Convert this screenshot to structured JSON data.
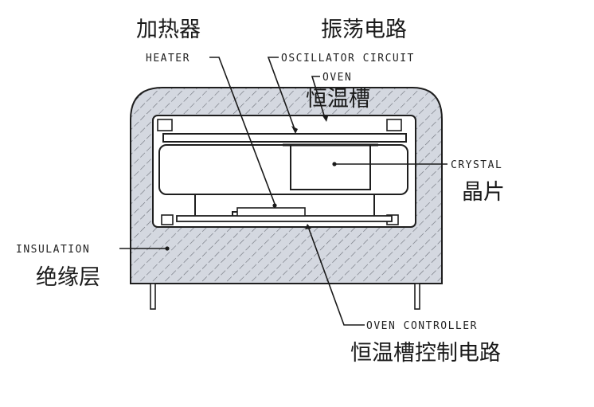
{
  "labels": {
    "heater_cn": "加热器",
    "heater_en": "HEATER",
    "osc_cn": "振荡电路",
    "osc_en": "OSCILLATOR CIRCUIT",
    "oven_en": "OVEN",
    "oven_cn": "恒温槽",
    "crystal_en": "CRYSTAL",
    "crystal_cn": "晶片",
    "insulation_en": "INSULATION",
    "insulation_cn": "绝缘层",
    "controller_en": "OVEN CONTROLLER",
    "controller_cn": "恒温槽控制电路"
  }
}
